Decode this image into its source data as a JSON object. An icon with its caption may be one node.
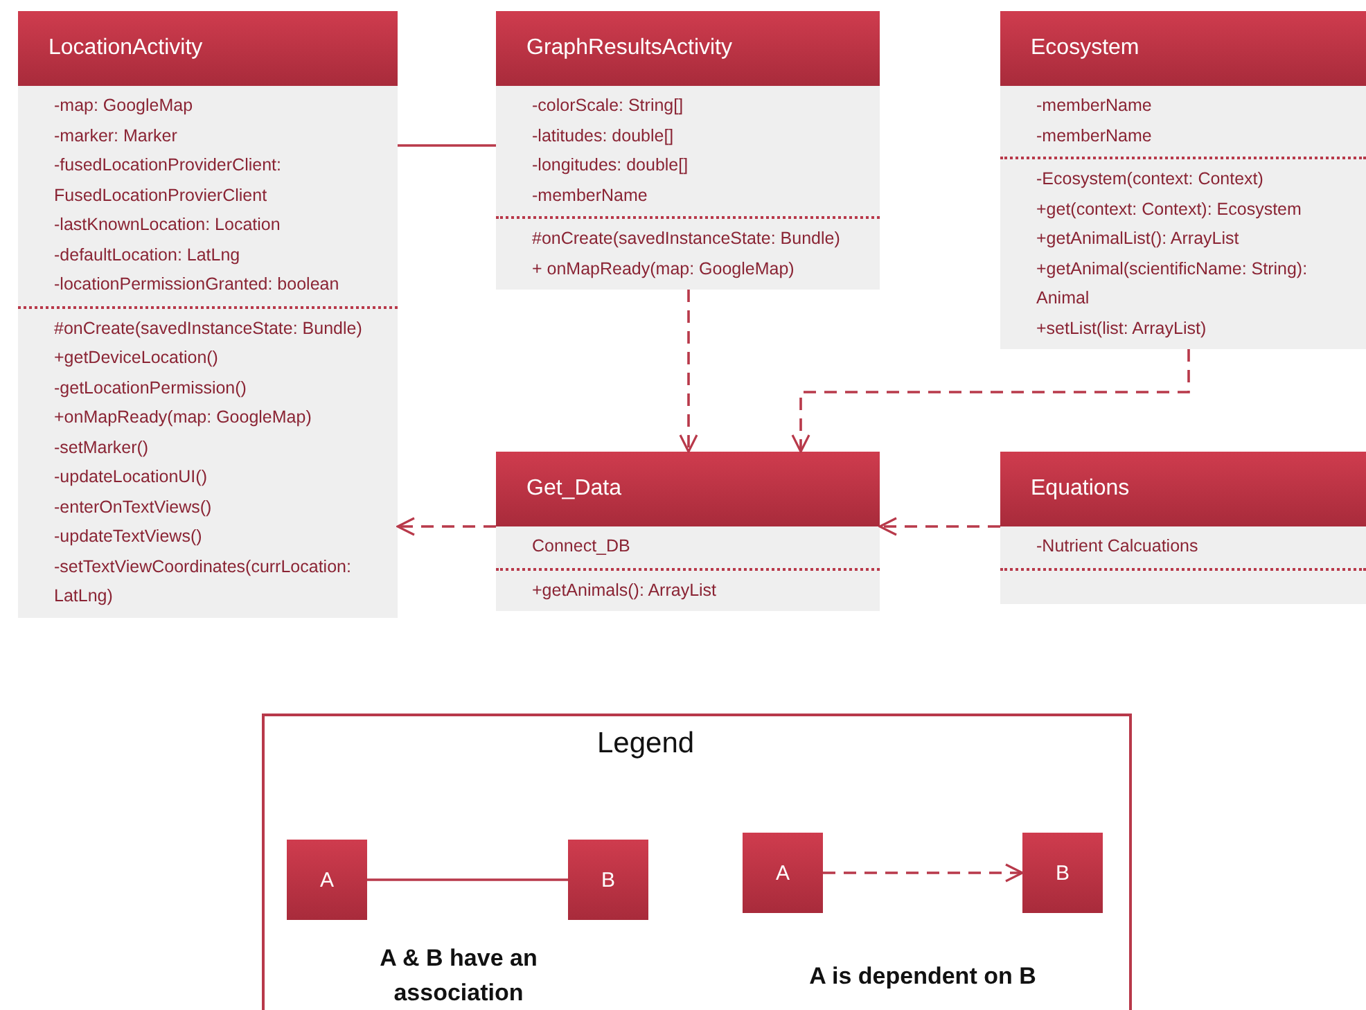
{
  "diagram": {
    "nodes": [
      {
        "text": [
          "LocationActivity"
        ]
      },
      {
        "text": [
          "-map: GoogleMap",
          "-marker: Marker",
          "-fusedLocationProviderClient: FusedLocationProvierClient",
          "-lastKnownLocation: Location",
          "-defaultLocation: LatLng",
          "-locationPermissionGranted: boolean"
        ],
        "in": 0
      },
      {
        "text": [
          "#onCreate(savedInstanceState: Bundle)",
          "+getDeviceLocation()",
          "-getLocationPermission()",
          "+onMapReady(map: GoogleMap)",
          "-setMarker()",
          "-updateLocationUI()",
          "-enterOnTextViews()",
          "-updateTextViews()",
          "-setTextViewCoordinates(currLocation: LatLng)"
        ],
        "in": 0
      },
      {
        "text": [
          "GraphResultsActivity"
        ]
      },
      {
        "text": [
          "-colorScale: String[]",
          "-latitudes: double[]",
          "-longitudes: double[]",
          "-memberName"
        ],
        "in": 3
      },
      {
        "text": [
          "#onCreate(savedInstanceState: Bundle)",
          "+ onMapReady(map: GoogleMap)"
        ],
        "in": 3
      },
      {
        "text": [
          "Ecosystem"
        ]
      },
      {
        "text": [
          "-memberName",
          "-memberName"
        ],
        "in": 6
      },
      {
        "text": [
          "-Ecosystem(context: Context)",
          "+get(context: Context): Ecosystem",
          "+getAnimalList(): ArrayList",
          "+getAnimal(scientificName: String): Animal",
          "+setList(list: ArrayList)"
        ],
        "in": 6
      },
      {
        "text": [
          "Get_Data"
        ]
      },
      {
        "text": [
          "Connect_DB"
        ],
        "in": 9
      },
      {
        "text": [
          "+getAnimals(): ArrayList"
        ],
        "in": 9
      },
      {
        "text": [
          "Equations"
        ]
      },
      {
        "text": [
          "-Nutrient Calcuations"
        ],
        "in": 12
      },
      {
        "text": [],
        "shape": "box",
        "in": 12
      },
      {
        "text": [
          "Legend"
        ]
      },
      {
        "text": [
          "A"
        ],
        "in": 15
      },
      {
        "text": [
          "B"
        ],
        "in": 15
      },
      {
        "text": [
          "A"
        ],
        "in": 15
      },
      {
        "text": [
          "B"
        ],
        "in": 15
      }
    ],
    "edges": [
      {
        "from": 0,
        "to": 3,
        "arrow": "none"
      },
      {
        "from": 3,
        "to": 9,
        "arrow": "to",
        "style": "dashed"
      },
      {
        "from": 6,
        "to": 9,
        "arrow": "to",
        "style": "dashed"
      },
      {
        "from": 9,
        "to": 0,
        "arrow": "to",
        "style": "dashed"
      },
      {
        "from": 12,
        "to": 9,
        "arrow": "to",
        "style": "dashed"
      },
      {
        "from": 16,
        "to": 17,
        "arrow": "none"
      },
      {
        "from": 18,
        "to": 19,
        "arrow": "to",
        "style": "dashed"
      }
    ],
    "labels": [
      "A & B have an association",
      "A is dependent on B"
    ]
  }
}
